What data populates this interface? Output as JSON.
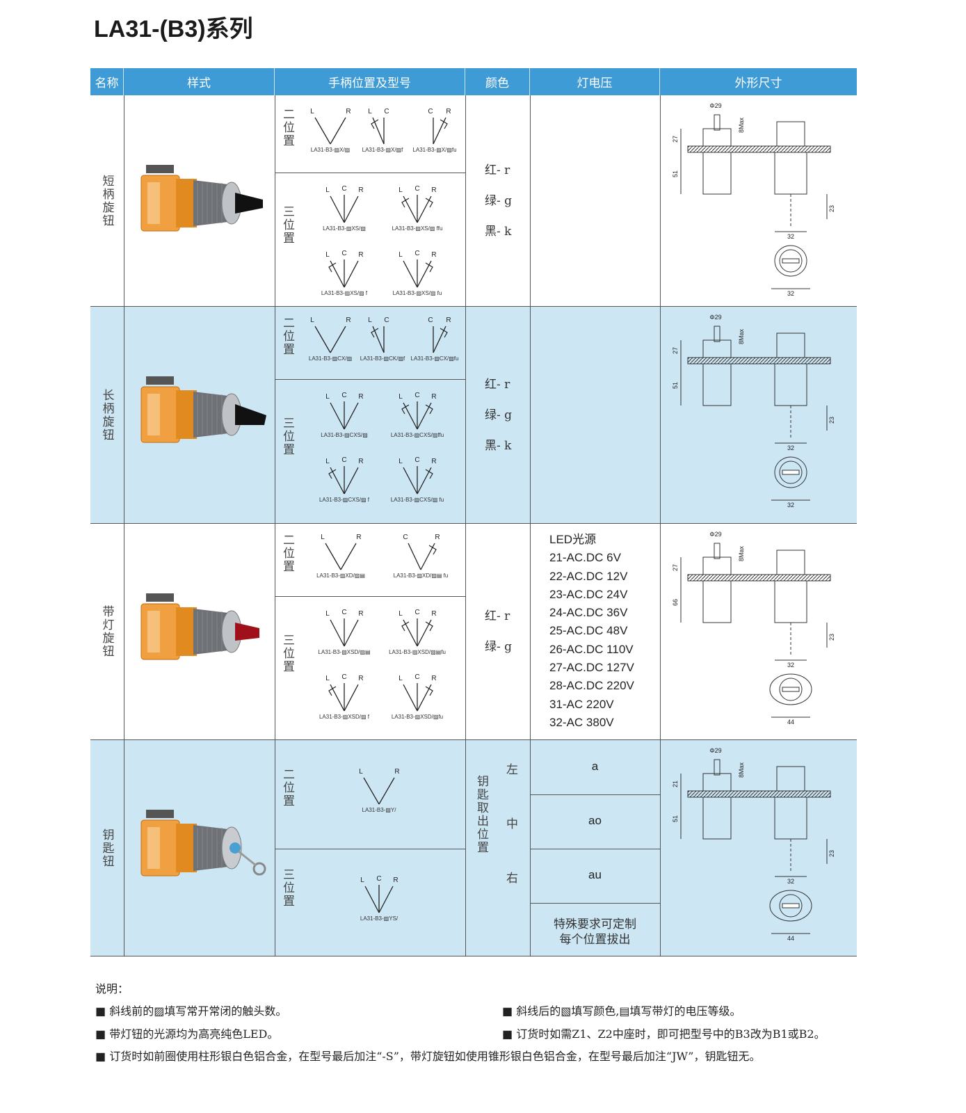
{
  "title": "LA31-(B3)系列",
  "headers": [
    "名称",
    "样式",
    "手柄位置及型号",
    "颜色",
    "灯电压",
    "外形尺寸"
  ],
  "pos2": "二位置",
  "pos3": "三位置",
  "rows": [
    {
      "name": "短柄旋钮",
      "knob": "short",
      "colors": [
        "红- r",
        "绿- g",
        "黑- k"
      ],
      "d2": [
        {
          "kind": "LR",
          "letters": [
            "L",
            "R"
          ],
          "label": "LA31-B3-▨X/▨"
        },
        {
          "kind": "LC",
          "letters": [
            "L",
            "C"
          ],
          "label": "LA31-B3-▨X/▨f"
        },
        {
          "kind": "CR",
          "letters": [
            "C",
            "R"
          ],
          "label": "LA31-B3-▨X/▨fu"
        }
      ],
      "d3": [
        {
          "kind": "LCR",
          "letters": [
            "L",
            "C",
            "R"
          ],
          "label": "LA31-B3-▨XS/▨"
        },
        {
          "kind": "LCRb",
          "letters": [
            "L",
            "C",
            "R"
          ],
          "label": "LA31-B3-▨XS/▨ ffu"
        },
        {
          "kind": "LCRl",
          "letters": [
            "L",
            "C",
            "R"
          ],
          "label": "LA31-B3-▨XS/▨ f"
        },
        {
          "kind": "LCRr",
          "letters": [
            "L",
            "C",
            "R"
          ],
          "label": "LA31-B3-▨XS/▨ fu"
        }
      ],
      "dims": {
        "dia": "Φ29",
        "max": "8Max",
        "h1": "27",
        "h2": "51",
        "d": "23",
        "w": "32",
        "bw": "32"
      }
    },
    {
      "name": "长柄旋钮",
      "knob": "long",
      "colors": [
        "红- r",
        "绿- g",
        "黑- k"
      ],
      "d2": [
        {
          "kind": "LR",
          "letters": [
            "L",
            "R"
          ],
          "label": "LA31-B3-▨CX/▨"
        },
        {
          "kind": "LC",
          "letters": [
            "L",
            "C"
          ],
          "label": "LA31-B3-▨CK/▨f"
        },
        {
          "kind": "CR",
          "letters": [
            "C",
            "R"
          ],
          "label": "LA31-B3-▨CX/▨fu"
        }
      ],
      "d3": [
        {
          "kind": "LCR",
          "letters": [
            "L",
            "C",
            "R"
          ],
          "label": "LA31-B3-▨CXS/▨"
        },
        {
          "kind": "LCRb",
          "letters": [
            "L",
            "C",
            "R"
          ],
          "label": "LA31-B3-▨CXS/▨ffu"
        },
        {
          "kind": "LCRl",
          "letters": [
            "L",
            "C",
            "R"
          ],
          "label": "LA31-B3-▨CXS/▨ f"
        },
        {
          "kind": "LCRr",
          "letters": [
            "L",
            "C",
            "R"
          ],
          "label": "LA31-B3-▨CXS/▨ fu"
        }
      ],
      "dims": {
        "dia": "Φ29",
        "max": "8Max",
        "h1": "27",
        "h2": "51",
        "d": "23",
        "w": "32",
        "bw": "32"
      }
    },
    {
      "name": "带灯旋钮",
      "knob": "lamp",
      "colors": [
        "红- r",
        "绿- g"
      ],
      "d2": [
        {
          "kind": "LR",
          "letters": [
            "L",
            "R"
          ],
          "label": "LA31-B3-▨XD/▨▤"
        },
        {
          "kind": "CRv",
          "letters": [
            "C",
            "R"
          ],
          "label": "LA31-B3-▨XD/▨▤ fu"
        }
      ],
      "d3": [
        {
          "kind": "LCR",
          "letters": [
            "L",
            "C",
            "R"
          ],
          "label": "LA31-B3-▨XSD/▨▤"
        },
        {
          "kind": "LCRb",
          "letters": [
            "L",
            "C",
            "R"
          ],
          "label": "LA31-B3-▨XSD/▨▤fu"
        },
        {
          "kind": "LCRl",
          "letters": [
            "L",
            "C",
            "R"
          ],
          "label": "LA31-B3-▨XSD/▨ f"
        },
        {
          "kind": "LCRr",
          "letters": [
            "L",
            "C",
            "R"
          ],
          "label": "LA31-B3-▨XSD/▨fu"
        }
      ],
      "voltages": [
        "LED光源",
        "21-AC.DC 6V",
        "22-AC.DC 12V",
        "23-AC.DC 24V",
        "24-AC.DC 36V",
        "25-AC.DC 48V",
        "26-AC.DC 110V",
        "27-AC.DC 127V",
        "28-AC.DC 220V",
        "31-AC 220V",
        "32-AC 380V"
      ],
      "dims": {
        "dia": "Φ29",
        "max": "8Max",
        "h1": "27",
        "h2": "66",
        "d": "23",
        "w": "32",
        "bw": "44"
      }
    },
    {
      "name": "钥匙钮",
      "knob": "key",
      "d2": [
        {
          "kind": "LR",
          "letters": [
            "L",
            "R"
          ],
          "label": "LA31-B3-▨Y/"
        }
      ],
      "d3": [
        {
          "kind": "LCR",
          "letters": [
            "L",
            "C",
            "R"
          ],
          "label": "LA31-B3-▨YS/"
        }
      ],
      "key_title": "钥匙取出位置",
      "key_pos": [
        "左",
        "中",
        "右"
      ],
      "key_codes": [
        "a",
        "ao",
        "au"
      ],
      "custom": [
        "特殊要求可定制",
        "每个位置拔出"
      ],
      "dims": {
        "dia": "Φ29",
        "max": "8Max",
        "h1": "21",
        "h2": "51",
        "d": "23",
        "w": "32",
        "bw": "44"
      }
    }
  ],
  "notes": {
    "title": "说明：",
    "items": [
      "■ 斜线前的▨填写常开常闭的触头数。",
      "■ 斜线后的▧填写颜色,▤填写带灯的电压等级。",
      "■ 带灯钮的光源均为高亮纯色LED。",
      "■ 订货时如需Z1、Z2中座时，即可把型号中的B3改为B1或B2。",
      "■ 订货时如前圈使用柱形银白色铝合金，在型号最后加注“-S”，带灯旋钮如使用锥形银白色铝合金，在型号最后加注“JW”，钥匙钮无。"
    ]
  }
}
